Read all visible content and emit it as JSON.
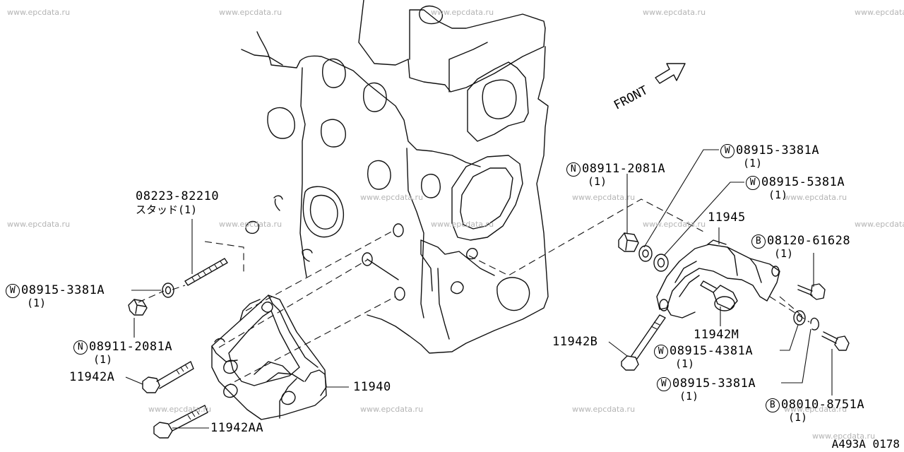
{
  "watermark": "www.epcdata.ru",
  "front_label": "FRONT",
  "diagram_code": "A493A 0178",
  "parts": [
    {
      "id": "stud",
      "number": "08223-82210",
      "note": "スタッド(1)"
    },
    {
      "id": "washer-left",
      "badge": "W",
      "number": "08915-3381A",
      "qty": "(1)"
    },
    {
      "id": "nut-left",
      "badge": "N",
      "number": "08911-2081A",
      "qty": "(1)"
    },
    {
      "id": "bolt-11942a",
      "number": "11942A"
    },
    {
      "id": "bracket-11940",
      "number": "11940"
    },
    {
      "id": "bolt-11942aa",
      "number": "11942AA"
    },
    {
      "id": "nut-right",
      "badge": "N",
      "number": "08911-2081A",
      "qty": "(1)"
    },
    {
      "id": "washer-right-top",
      "badge": "W",
      "number": "08915-3381A",
      "qty": "(1)"
    },
    {
      "id": "washer-right-mid",
      "badge": "W",
      "number": "08915-5381A",
      "qty": "(1)"
    },
    {
      "id": "bracket-11945",
      "number": "11945"
    },
    {
      "id": "bolt-right-top",
      "badge": "B",
      "number": "08120-61628",
      "qty": "(1)"
    },
    {
      "id": "pin-11942m",
      "number": "11942M"
    },
    {
      "id": "bolt-11942b",
      "number": "11942B"
    },
    {
      "id": "washer-right-low",
      "badge": "W",
      "number": "08915-4381A",
      "qty": "(1)"
    },
    {
      "id": "washer-right-bottom",
      "badge": "W",
      "number": "08915-3381A",
      "qty": "(1)"
    },
    {
      "id": "bolt-right-bottom",
      "badge": "B",
      "number": "08010-8751A",
      "qty": "(1)"
    }
  ]
}
